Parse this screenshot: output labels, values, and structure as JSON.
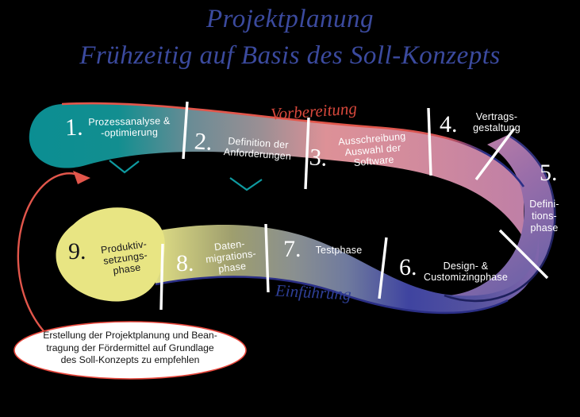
{
  "title": {
    "line1": "Projektplanung",
    "line2": "Frühzeitig auf Basis des Soll-Konzepts",
    "color": "#3b4a9e"
  },
  "phase_labels": {
    "preparation": "Vorbereitung",
    "preparation_color": "#d8483c",
    "introduction": "Einführung",
    "introduction_color": "#2e3f96"
  },
  "steps": [
    {
      "number": "1.",
      "label": "Prozessanalyse &\n-optimierung",
      "color": "#0f8f93"
    },
    {
      "number": "2.",
      "label": "Definition der\nAnforderungen",
      "color": "#7b9299"
    },
    {
      "number": "3.",
      "label": "Ausschreibung\nAuswahl der\nSoftware",
      "color": "#d99098"
    },
    {
      "number": "4.",
      "label": "Vertrags-\ngestaltung",
      "color": "#cf8b9e"
    },
    {
      "number": "5.",
      "label": "Defini-\ntions-\nphase",
      "color": "#9a6fa8"
    },
    {
      "number": "6.",
      "label": "Design- &\nCustomizingphase",
      "color": "#4a4d9e"
    },
    {
      "number": "7.",
      "label": "Testphase",
      "color": "#6f7a9e"
    },
    {
      "number": "8.",
      "label": "Daten-\nmigrations-\nphase",
      "color": "#9b9c6d"
    },
    {
      "number": "9.",
      "label": "Produktiv-\nsetzungs-\nphase",
      "color": "#e8e583"
    }
  ],
  "callout": {
    "text": "Erstellung der Projektplanung und Bean-\ntragung der Fördermittel auf Grundlage\ndes Soll-Konzepts zu empfehlen",
    "border_color": "#e8473c",
    "fill_color": "#ffffff"
  },
  "arrow": {
    "color": "#e2564b"
  },
  "chevrons": {
    "color": "#0f9aa0"
  }
}
